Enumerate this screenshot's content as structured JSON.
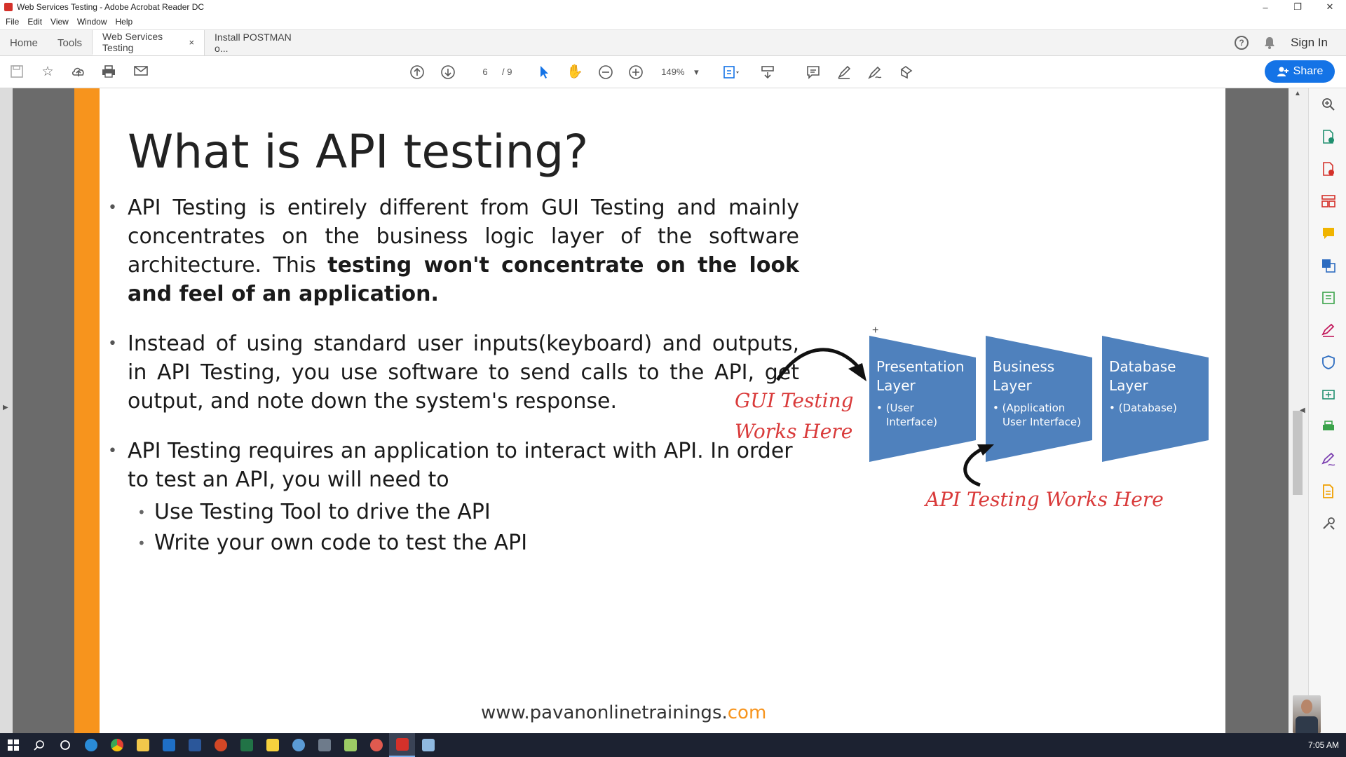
{
  "window": {
    "title": "Web Services Testing - Adobe Acrobat Reader DC",
    "controls": {
      "minimize": "–",
      "restore": "❐",
      "close": "✕"
    }
  },
  "menu": [
    "File",
    "Edit",
    "View",
    "Window",
    "Help"
  ],
  "tabs": {
    "home": "Home",
    "tools": "Tools",
    "documents": [
      {
        "label": "Web Services Testing",
        "close": "×",
        "active": true
      },
      {
        "label": "Install POSTMAN o...",
        "active": false
      }
    ],
    "sign_in": "Sign In"
  },
  "toolbar": {
    "page_current": "6",
    "page_total": "/ 9",
    "zoom": "149%",
    "zoom_caret": "▾",
    "share_label": "Share"
  },
  "slide": {
    "title": "What is API testing?",
    "bullet1_plain": "API Testing is entirely different from GUI Testing and mainly concentrates on the business logic layer of the software architecture. This ",
    "bullet1_bold": "testing won't concentrate on the look and feel of an application.",
    "bullet2": "Instead of using standard user inputs(keyboard) and outputs, in API Testing, you use software to send calls to the API, get output, and note down the system's response.",
    "bullet3": "API Testing requires an application to interact with API. In order to test an API, you will need to",
    "subbullets": [
      "Use Testing Tool to drive the API",
      "Write your own code to test the API"
    ],
    "footer_url": "www.pavanonlinetrainings.",
    "footer_tld": "com"
  },
  "diagram": {
    "layers": [
      {
        "title_line1": "Presentation",
        "title_line2": "Layer",
        "sub_line1": "• (User",
        "sub_line2": "Interface)"
      },
      {
        "title_line1": "Business",
        "title_line2": "Layer",
        "sub_line1": "• (Application",
        "sub_line2": "User Interface)"
      },
      {
        "title_line1": "Database",
        "title_line2": "Layer",
        "sub_line1": "• (Database)",
        "sub_line2": ""
      }
    ],
    "gui_note_line1": "GUI Testing",
    "gui_note_line2": "Works Here",
    "api_note": "API Testing Works Here",
    "layer_color": "#4f81bd",
    "note_color": "#d93a3a"
  },
  "taskbar": {
    "clock": "7:05 AM"
  },
  "colors": {
    "accent_orange": "#f7941d",
    "share_blue": "#1473e6",
    "taskbar": "#1c2231"
  }
}
